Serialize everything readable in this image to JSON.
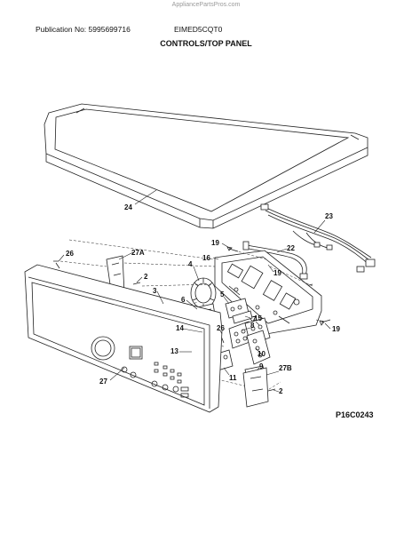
{
  "watermark": "AppliancePartsPros.com",
  "header": {
    "publication": "Publication No: 5995699716",
    "model": "EIMED5CQT0",
    "title": "CONTROLS/TOP PANEL"
  },
  "diagram_code": "P16C0243",
  "callouts": {
    "c24": "24",
    "c23": "23",
    "c22": "22",
    "c19a": "19",
    "c19b": "19",
    "c19c": "19",
    "c16": "16",
    "c26a": "26",
    "c27A": "27A",
    "c2a": "2",
    "c4": "4",
    "c3": "3",
    "c6": "6",
    "c5": "5",
    "c15": "15",
    "c8": "8",
    "c14": "14",
    "c26b": "26",
    "c13": "13",
    "c7": "7",
    "c10": "10",
    "c27": "27",
    "c11": "11",
    "c9": "9",
    "c27B": "27B",
    "c2b": "2"
  }
}
